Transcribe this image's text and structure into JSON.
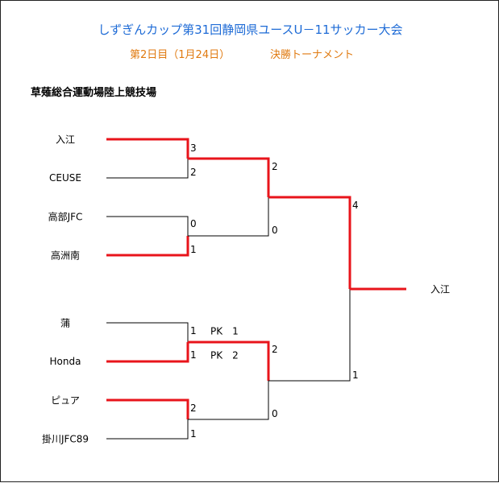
{
  "header": {
    "title": "しずぎんカップ第31回静岡県ユースU－11サッカー大会",
    "subtitle": "第2日目（1月24日）",
    "subtitle_b": "決勝トーナメント"
  },
  "venue": "草薙総合運動場陸上競技場",
  "teams": [
    {
      "name": "入江",
      "score": "3"
    },
    {
      "name": "CEUSE",
      "score": "2"
    },
    {
      "name": "高部JFC",
      "score": "0"
    },
    {
      "name": "高洲南",
      "score": "1"
    },
    {
      "name": "蒲",
      "score": "1",
      "pk": "PK　1"
    },
    {
      "name": "Honda",
      "score": "1",
      "pk": "PK　2"
    },
    {
      "name": "ピュア",
      "score": "2"
    },
    {
      "name": "掛川JFC89",
      "score": "1"
    }
  ],
  "round2": [
    {
      "score": "2"
    },
    {
      "score": "0"
    },
    {
      "score": "2"
    },
    {
      "score": "0"
    }
  ],
  "round3": [
    {
      "score": "4"
    },
    {
      "score": "1"
    }
  ],
  "champion": "入江",
  "colors": {
    "title": "#1e6bd6",
    "subtitle": "#e07a10",
    "winner_line": "#e8141b",
    "loser_line": "#000000"
  }
}
